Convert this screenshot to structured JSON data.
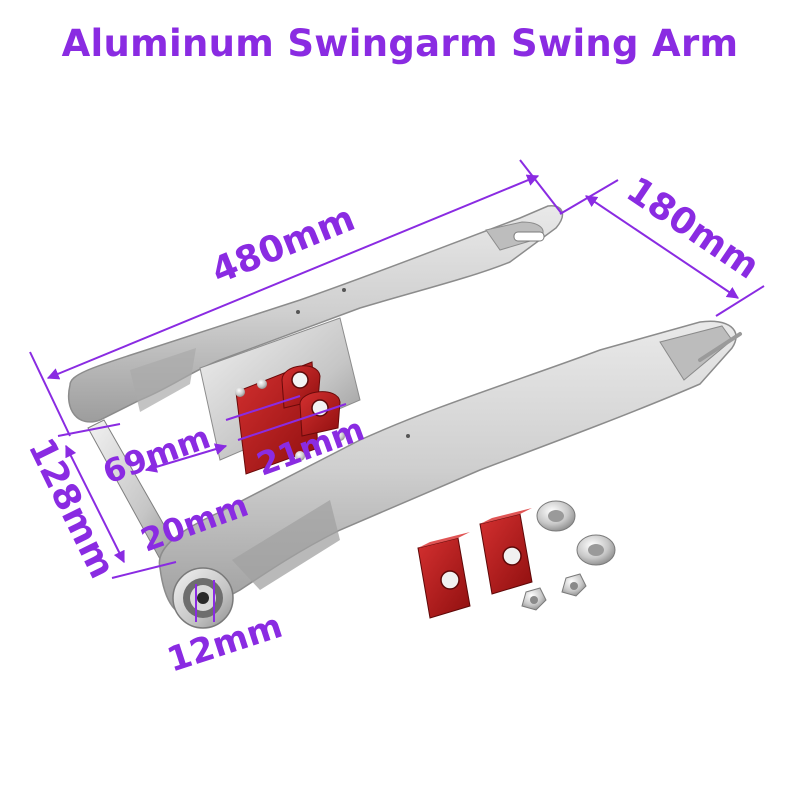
{
  "title": "Aluminum Swingarm Swing Arm",
  "accent_color": "#8a2be2",
  "dimensions": {
    "length": "480mm",
    "rear_width": "180mm",
    "front_width": "128mm",
    "bracket_spacing": "69mm",
    "bracket_width": "21mm",
    "pivot_gap": "20mm",
    "bearing_bore": "12mm"
  },
  "parts": {
    "swingarm": "aluminum-swingarm",
    "axle_blocks": "red-chain-adjuster-blocks",
    "hardware": "nuts-and-washers"
  }
}
